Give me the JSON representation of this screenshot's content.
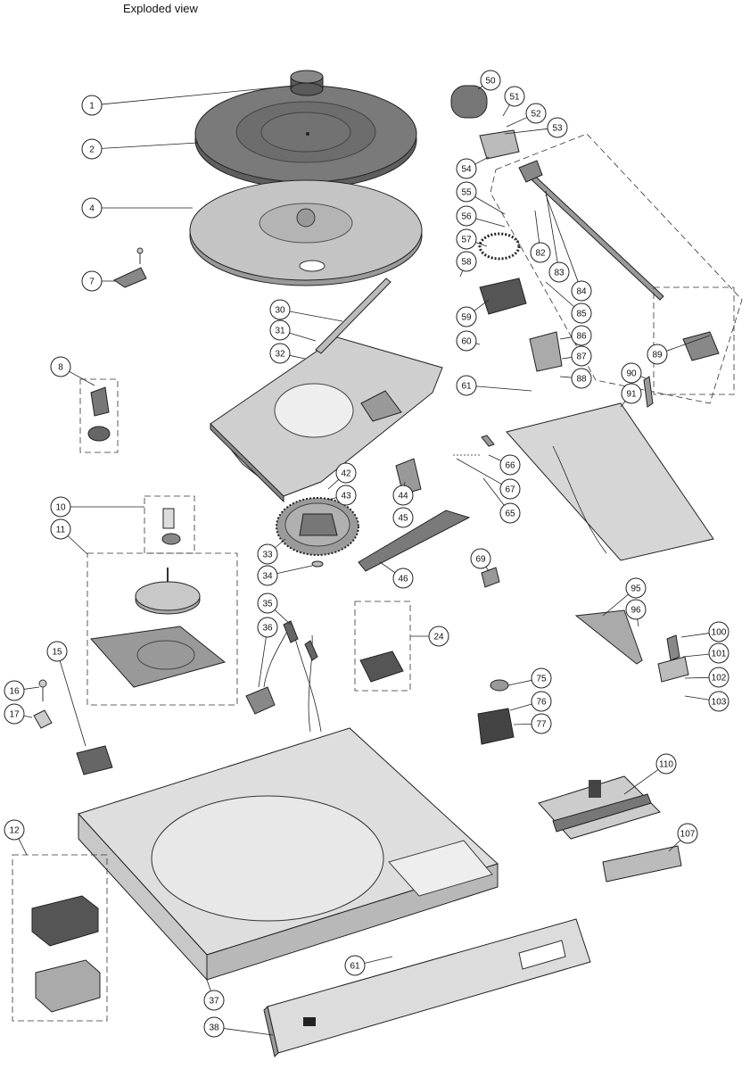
{
  "title": "Exploded view",
  "callouts": [
    "1",
    "2",
    "4",
    "7",
    "8",
    "10",
    "11",
    "12",
    "15",
    "16",
    "17",
    "24",
    "30",
    "31",
    "32",
    "33",
    "34",
    "35",
    "36",
    "37",
    "38",
    "42",
    "43",
    "44",
    "45",
    "46",
    "50",
    "51",
    "52",
    "53",
    "54",
    "55",
    "56",
    "57",
    "58",
    "59",
    "60",
    "61",
    "61",
    "65",
    "66",
    "67",
    "69",
    "75",
    "76",
    "77",
    "82",
    "83",
    "84",
    "85",
    "86",
    "87",
    "88",
    "89",
    "90",
    "91",
    "95",
    "96",
    "100",
    "101",
    "102",
    "103",
    "107",
    "110"
  ]
}
